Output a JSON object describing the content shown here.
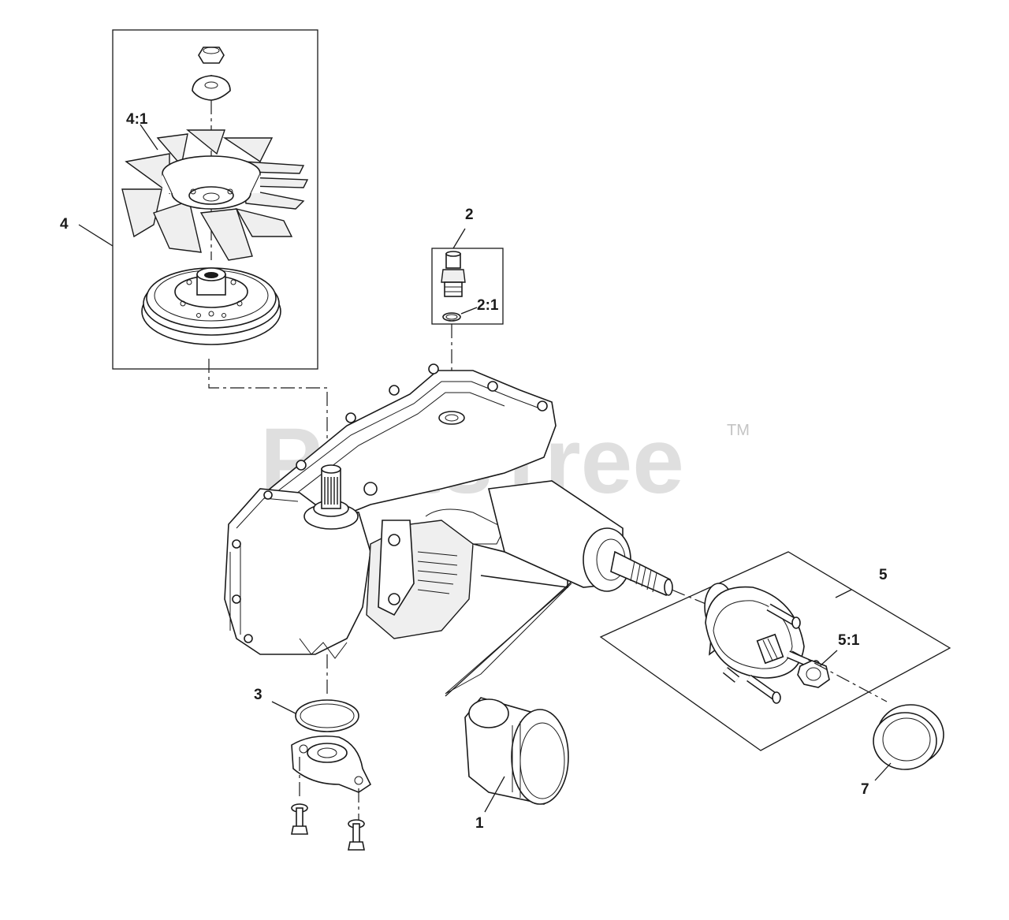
{
  "callouts": {
    "c4_1": "4:1",
    "c4": "4",
    "c2": "2",
    "c2_1": "2:1",
    "c5": "5",
    "c5_1": "5:1",
    "c3": "3",
    "c1": "1",
    "c7": "7"
  },
  "watermark": {
    "text": "PartsTree",
    "trademark": "TM"
  },
  "colors": {
    "line": "#1a1a1a",
    "watermark": "#c4c4c4",
    "background": "#ffffff"
  }
}
